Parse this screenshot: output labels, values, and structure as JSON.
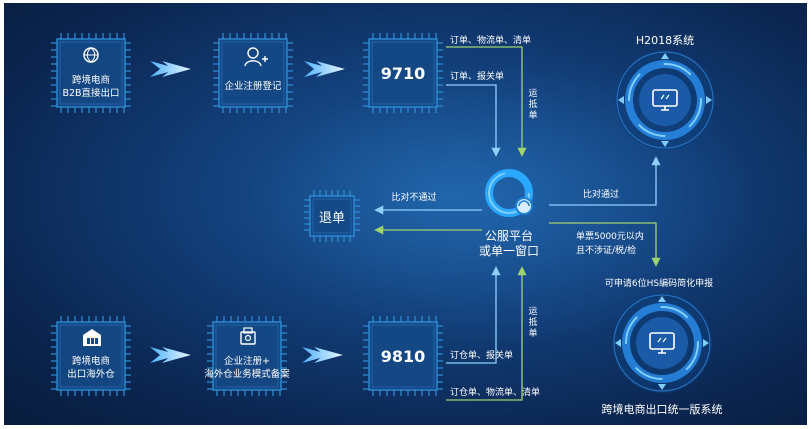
{
  "nodes": {
    "b2b": {
      "line1": "跨境电商",
      "line2": "B2B直接出口"
    },
    "register": {
      "label": "企业注册登记"
    },
    "c9710": {
      "label": "9710"
    },
    "warehouse": {
      "line1": "跨境电商",
      "line2": "出口海外仓"
    },
    "register2": {
      "line1": "企业注册+",
      "line2": "海外仓业务模式备案"
    },
    "c9810": {
      "label": "9810"
    },
    "platform": {
      "line1": "公服平台",
      "line2": "或单一窗口"
    },
    "reject": {
      "label": "退单"
    },
    "h2018": {
      "title": "H2018系统"
    },
    "unified": {
      "title": "跨境电商出口统一版系统"
    }
  },
  "edges": {
    "top_order_logistics": "订单、物流单、清单",
    "top_order_customs": "订单、报关单",
    "top_waybill": [
      "运",
      "抵",
      "单"
    ],
    "bottom_order_customs": "订仓单、报关单",
    "bottom_order_logistics": "订仓单、物流单、清单",
    "bottom_waybill": [
      "运",
      "抵",
      "单"
    ],
    "compare_fail": "比对不通过",
    "compare_pass": "比对通过",
    "threshold_line1": "单票5000元以内",
    "threshold_line2": "且不涉证/税/检",
    "hs_simplified": "可申请6位HS编码简化申报"
  },
  "colors": {
    "arrow": "#9fd36f",
    "arrow_fill": "#b9e3ff",
    "chip_border": "#2f8fd8",
    "chip_fill": "#154a87"
  }
}
